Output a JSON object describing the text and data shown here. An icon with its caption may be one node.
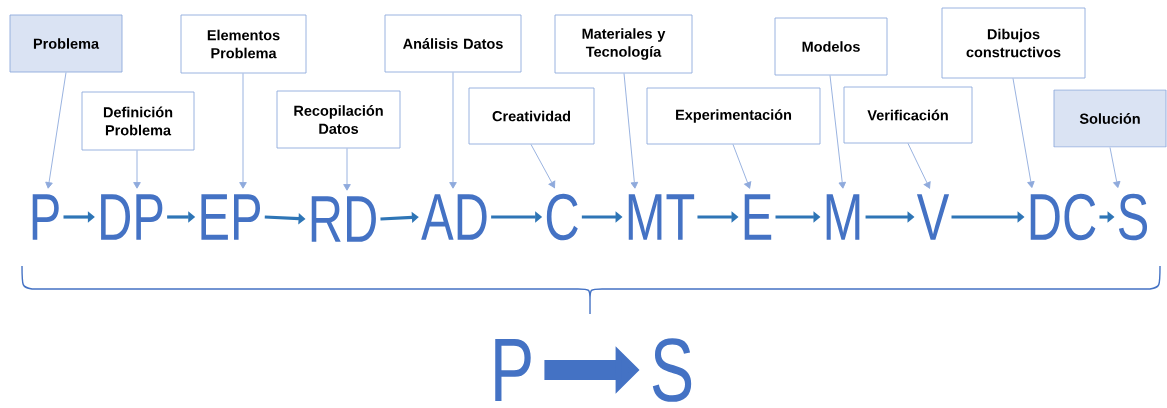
{
  "diagram": {
    "nodes": [
      {
        "text": [
          "Problema"
        ]
      },
      {
        "text": [
          "Definición Problema"
        ]
      },
      {
        "text": [
          "Elementos Problema"
        ]
      },
      {
        "text": [
          "Recopilación Datos"
        ]
      },
      {
        "text": [
          "Análisis Datos"
        ]
      },
      {
        "text": [
          "Creatividad"
        ]
      },
      {
        "text": [
          "Materiales y Tecnología"
        ]
      },
      {
        "text": [
          "Experimentación"
        ]
      },
      {
        "text": [
          "Modelos"
        ]
      },
      {
        "text": [
          "Verificación"
        ]
      },
      {
        "text": [
          "Dibujos constructivos"
        ]
      },
      {
        "text": [
          "Solución"
        ]
      },
      {
        "text": [
          "P"
        ]
      },
      {
        "text": [
          "DP"
        ]
      },
      {
        "text": [
          "EP"
        ]
      },
      {
        "text": [
          "RD"
        ]
      },
      {
        "text": [
          "AD"
        ]
      },
      {
        "text": [
          "C"
        ]
      },
      {
        "text": [
          "MT"
        ]
      },
      {
        "text": [
          "E"
        ]
      },
      {
        "text": [
          "M"
        ]
      },
      {
        "text": [
          "V"
        ]
      },
      {
        "text": [
          "DC"
        ]
      },
      {
        "text": [
          "S"
        ]
      },
      {
        "text": [
          "P"
        ]
      },
      {
        "text": [
          "S"
        ]
      }
    ],
    "edges": [
      {
        "from": 0,
        "to": 12,
        "arrow": "to"
      },
      {
        "from": 1,
        "to": 13,
        "arrow": "to"
      },
      {
        "from": 2,
        "to": 14,
        "arrow": "to"
      },
      {
        "from": 3,
        "to": 15,
        "arrow": "to"
      },
      {
        "from": 4,
        "to": 16,
        "arrow": "to"
      },
      {
        "from": 5,
        "to": 17,
        "arrow": "to"
      },
      {
        "from": 6,
        "to": 18,
        "arrow": "to"
      },
      {
        "from": 7,
        "to": 19,
        "arrow": "to"
      },
      {
        "from": 8,
        "to": 20,
        "arrow": "to"
      },
      {
        "from": 9,
        "to": 21,
        "arrow": "to"
      },
      {
        "from": 10,
        "to": 22,
        "arrow": "to"
      },
      {
        "from": 11,
        "to": 23,
        "arrow": "to"
      },
      {
        "from": 12,
        "to": 13,
        "arrow": "to",
        "style": "thick",
        "color": "#2e75b6"
      },
      {
        "from": 13,
        "to": 14,
        "arrow": "to",
        "style": "thick",
        "color": "#2e75b6"
      },
      {
        "from": 14,
        "to": 15,
        "arrow": "to",
        "style": "thick",
        "color": "#2e75b6"
      },
      {
        "from": 15,
        "to": 16,
        "arrow": "to",
        "style": "thick",
        "color": "#2e75b6"
      },
      {
        "from": 16,
        "to": 17,
        "arrow": "to",
        "style": "thick",
        "color": "#2e75b6"
      },
      {
        "from": 17,
        "to": 18,
        "arrow": "to",
        "style": "thick",
        "color": "#2e75b6"
      },
      {
        "from": 18,
        "to": 19,
        "arrow": "to",
        "style": "thick",
        "color": "#2e75b6"
      },
      {
        "from": 19,
        "to": 20,
        "arrow": "to",
        "style": "thick",
        "color": "#2e75b6"
      },
      {
        "from": 20,
        "to": 21,
        "arrow": "to",
        "style": "thick",
        "color": "#2e75b6"
      },
      {
        "from": 21,
        "to": 22,
        "arrow": "to",
        "style": "thick",
        "color": "#2e75b6"
      },
      {
        "from": 22,
        "to": 23,
        "arrow": "to",
        "style": "thick",
        "color": "#2e75b6"
      },
      {
        "from": 24,
        "to": 25,
        "arrow": "to",
        "style": "thick",
        "color": "#4472c4"
      }
    ]
  }
}
